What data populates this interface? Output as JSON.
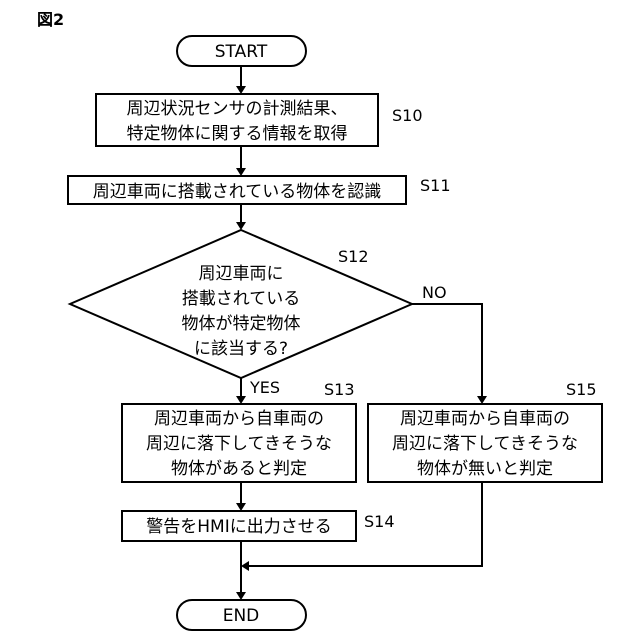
{
  "figure_label": "図2",
  "start_label": "START",
  "end_label": "END",
  "steps": {
    "s10": {
      "id": "S10",
      "lines": [
        "周辺状況センサの計測結果、",
        "特定物体に関する情報を取得"
      ]
    },
    "s11": {
      "id": "S11",
      "lines": [
        "周辺車両に搭載されている物体を認識"
      ]
    },
    "s12": {
      "id": "S12",
      "lines": [
        "周辺車両に",
        "搭載されている",
        "物体が特定物体",
        "に該当する?"
      ]
    },
    "s13": {
      "id": "S13",
      "lines": [
        "周辺車両から自車両の",
        "周辺に落下してきそうな",
        "物体があると判定"
      ]
    },
    "s14": {
      "id": "S14",
      "lines": [
        "警告をHMIに出力させる"
      ]
    },
    "s15": {
      "id": "S15",
      "lines": [
        "周辺車両から自車両の",
        "周辺に落下してきそうな",
        "物体が無いと判定"
      ]
    }
  },
  "branches": {
    "yes": "YES",
    "no": "NO"
  }
}
